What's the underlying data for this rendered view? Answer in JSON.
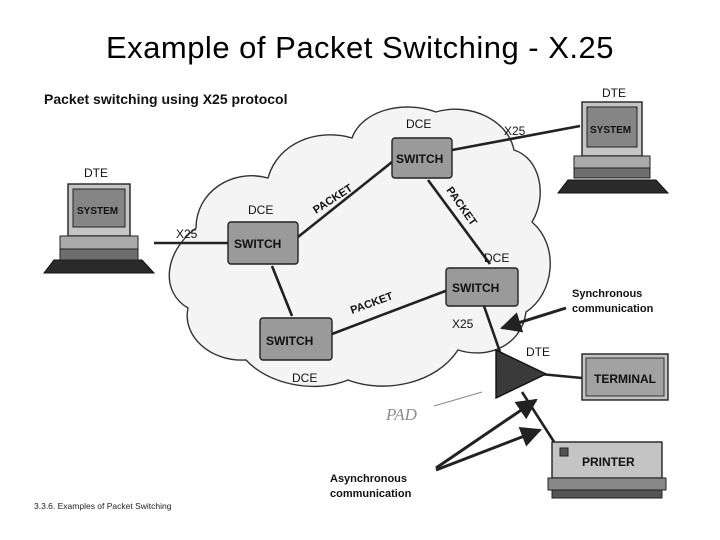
{
  "slide": {
    "title": "Example of Packet Switching - X.25",
    "subtitle": "Packet switching using X25 protocol",
    "caption": "3.3.6. Examples of Packet Switching"
  },
  "nodes": {
    "dte_left": "DTE",
    "system_left": "SYSTEM",
    "dte_top_right": "DTE",
    "system_right": "SYSTEM",
    "dce_top": "DCE",
    "switch_top": "SWITCH",
    "dce_left": "DCE",
    "switch_left": "SWITCH",
    "dce_right": "DCE",
    "switch_right": "SWITCH",
    "switch_bottom": "SWITCH",
    "dce_bottom": "DCE",
    "dte_pad": "DTE",
    "terminal": "TERMINAL",
    "printer": "PRINTER"
  },
  "links": {
    "x25_left": "X25",
    "x25_top": "X25",
    "x25_pad": "X25",
    "packet_1": "PACKET",
    "packet_2": "PACKET",
    "packet_3": "PACKET"
  },
  "annotations": {
    "pad": "PAD",
    "sync_line1": "Synchronous",
    "sync_line2": "communication",
    "async_line1": "Asynchronous",
    "async_line2": "communication"
  },
  "colors": {
    "switch_fill": "#9a9a9a",
    "device_fill": "#c4c4c4",
    "screen_fill": "#858585",
    "cloud_fill": "#f4f4f4"
  }
}
